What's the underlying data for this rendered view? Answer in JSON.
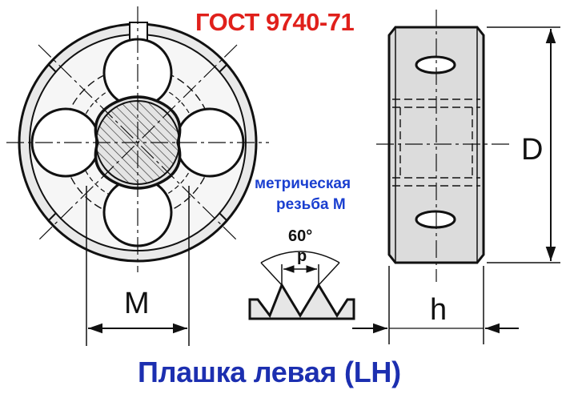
{
  "standard": "ГОСТ 9740-71",
  "thread_note_line1": "метрическая",
  "thread_note_line2": "резьба М",
  "title": "Плашка левая (LH)",
  "dimensions": {
    "diameter": "D",
    "thread": "M",
    "height": "h",
    "angle": "60°",
    "pitch": "p"
  },
  "colors": {
    "standard": "#e0201b",
    "note": "#1a3fd0",
    "title": "#1c2fb0",
    "lines": "#111111"
  }
}
